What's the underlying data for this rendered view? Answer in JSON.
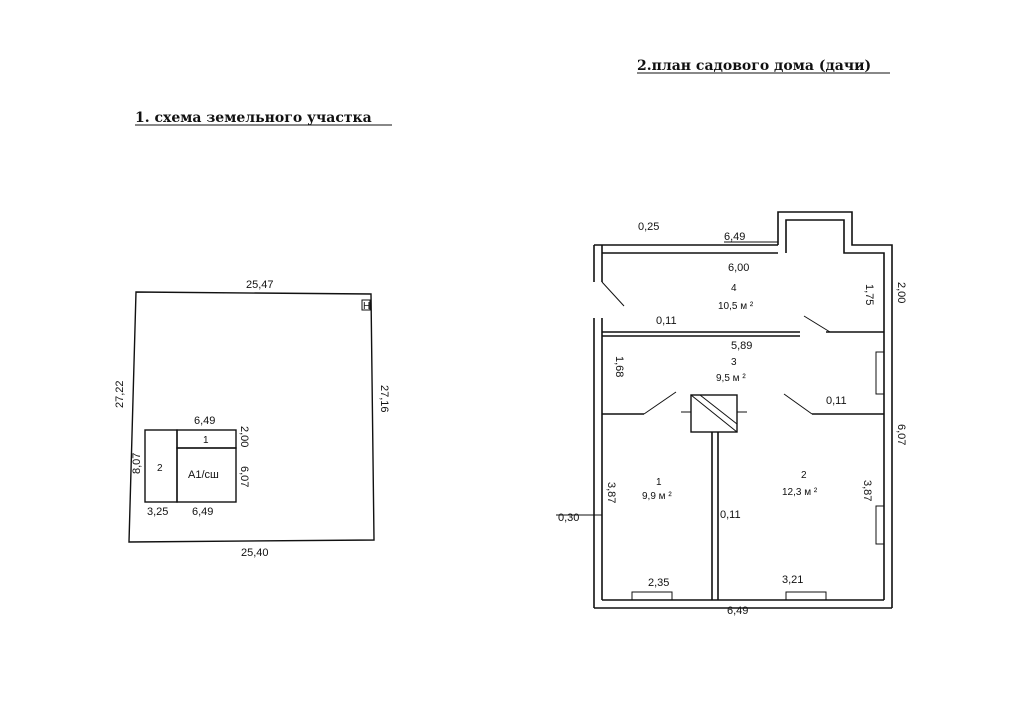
{
  "titles": {
    "site_scheme": "1. схема земельного участка",
    "house_plan": "2.план садового дома (дачи)"
  },
  "site": {
    "top": "25,47",
    "bottom": "25,40",
    "left": "27,22",
    "right": "27,16",
    "corner_mark": "Н",
    "building_top": "6,49",
    "building_bottom": "6,49",
    "building_left_bottom": "3,25",
    "building_left_height": "8,07",
    "building_right_upper": "2,00",
    "building_right_lower": "6,07",
    "label_1": "1",
    "label_2": "2",
    "label_main": "А1/сш"
  },
  "plan": {
    "d_025": "0,25",
    "d_649_top": "6,49",
    "d_600": "6,00",
    "d_175": "1,75",
    "d_200": "2,00",
    "d_011_a": "0,11",
    "d_589": "5,89",
    "d_168": "1,68",
    "d_011_b": "0,11",
    "d_607": "6,07",
    "d_030": "0,30",
    "d_387_a": "3,87",
    "d_011_c": "0,11",
    "d_387_b": "3,87",
    "d_235": "2,35",
    "d_321": "3,21",
    "d_649_bottom": "6,49",
    "rooms": [
      {
        "num": "4",
        "area": "10,5 м ²"
      },
      {
        "num": "3",
        "area": "9,5 м ²"
      },
      {
        "num": "1",
        "area": "9,9 м ²"
      },
      {
        "num": "2",
        "area": "12,3 м ²"
      }
    ]
  }
}
